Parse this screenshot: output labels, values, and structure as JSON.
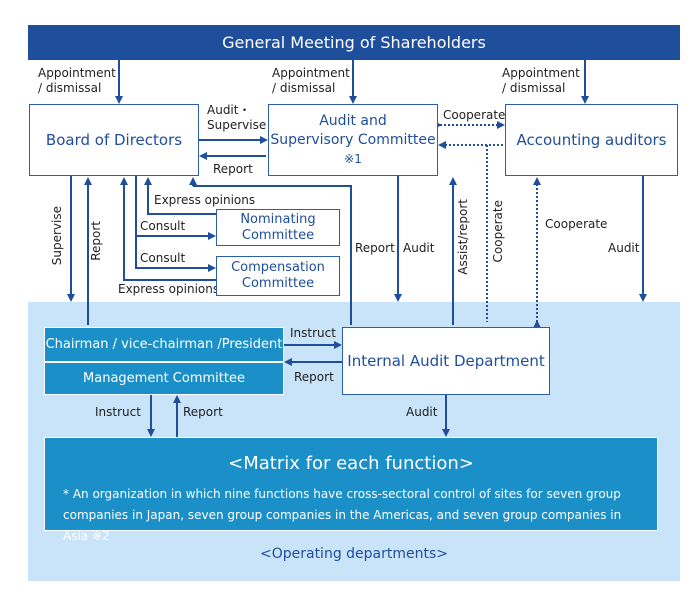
{
  "gm_title": "General Meeting of Shareholders",
  "appointment_left": "Appointment\n/ dismissal",
  "appointment_mid": "Appointment\n/ dismissal",
  "appointment_right": "Appointment\n/ dismissal",
  "bod": "Board of Directors",
  "asc_line1": "Audit and",
  "asc_line2": "Supervisory Committee",
  "asc_note": "※1",
  "aa": "Accounting auditors",
  "audit_supervise": "Audit・\nSupervise",
  "report_bod_asc": "Report",
  "cooperate_top": "Cooperate",
  "express_opinions_top": "Express opinions",
  "consult_1": "Consult",
  "consult_2": "Consult",
  "express_opinions_bottom": "Express opinions",
  "nom_line1": "Nominating",
  "nom_line2": "Committee",
  "comp_line1": "Compensation",
  "comp_line2": "Committee",
  "supervise_v": "Supervise",
  "report_v": "Report",
  "report_asc_chain": "Report",
  "audit_asc": "Audit",
  "assist_report": "Assist/report",
  "cooperate_v": "Cooperate",
  "cooperate_right": "Cooperate",
  "audit_aa": "Audit",
  "chair": "Chairman / vice-chairman /President",
  "mgmt": "Management Committee",
  "instruct_iad": "Instruct",
  "report_iad": "Report",
  "iad": "Internal Audit Department",
  "instruct_bottom": "Instruct",
  "report_bottom": "Report",
  "audit_bottom": "Audit",
  "matrix_title": "<Matrix for each function>",
  "matrix_note": "* An organization in which nine functions have cross-sectoral control of sites for seven group companies in Japan, seven group companies in the Americas, and seven group companies in Asia ※2",
  "operating_departments": "<Operating departments>"
}
